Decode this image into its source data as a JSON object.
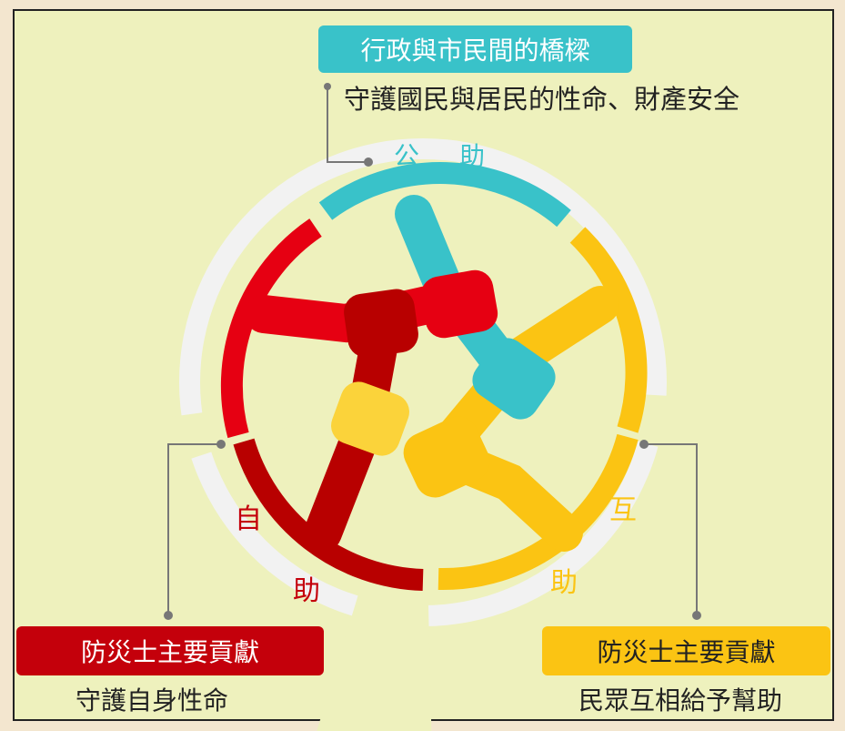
{
  "top": {
    "title": "行政與市民間的橋樑",
    "desc": "守護國民與居民的性命、財產安全",
    "title_color": "#39c2c9"
  },
  "ring_labels": {
    "public_1": "公",
    "public_2": "助",
    "mutual_1": "互",
    "mutual_2": "助",
    "self_1": "自",
    "self_2": "助"
  },
  "left": {
    "title": "防災士主要貢獻",
    "desc": "守護自身性命",
    "title_color": "#c4000b"
  },
  "right": {
    "title": "防災士主要貢獻",
    "desc": "民眾互相給予幫助",
    "title_color": "#fbc413"
  },
  "colors": {
    "teal": "#39c2c9",
    "red": "#e60012",
    "darkred": "#b80000",
    "yellow": "#fbc413",
    "ring": "#f2f2f2"
  },
  "icons": [
    "joined-hands-illustration",
    "connector-dot"
  ]
}
